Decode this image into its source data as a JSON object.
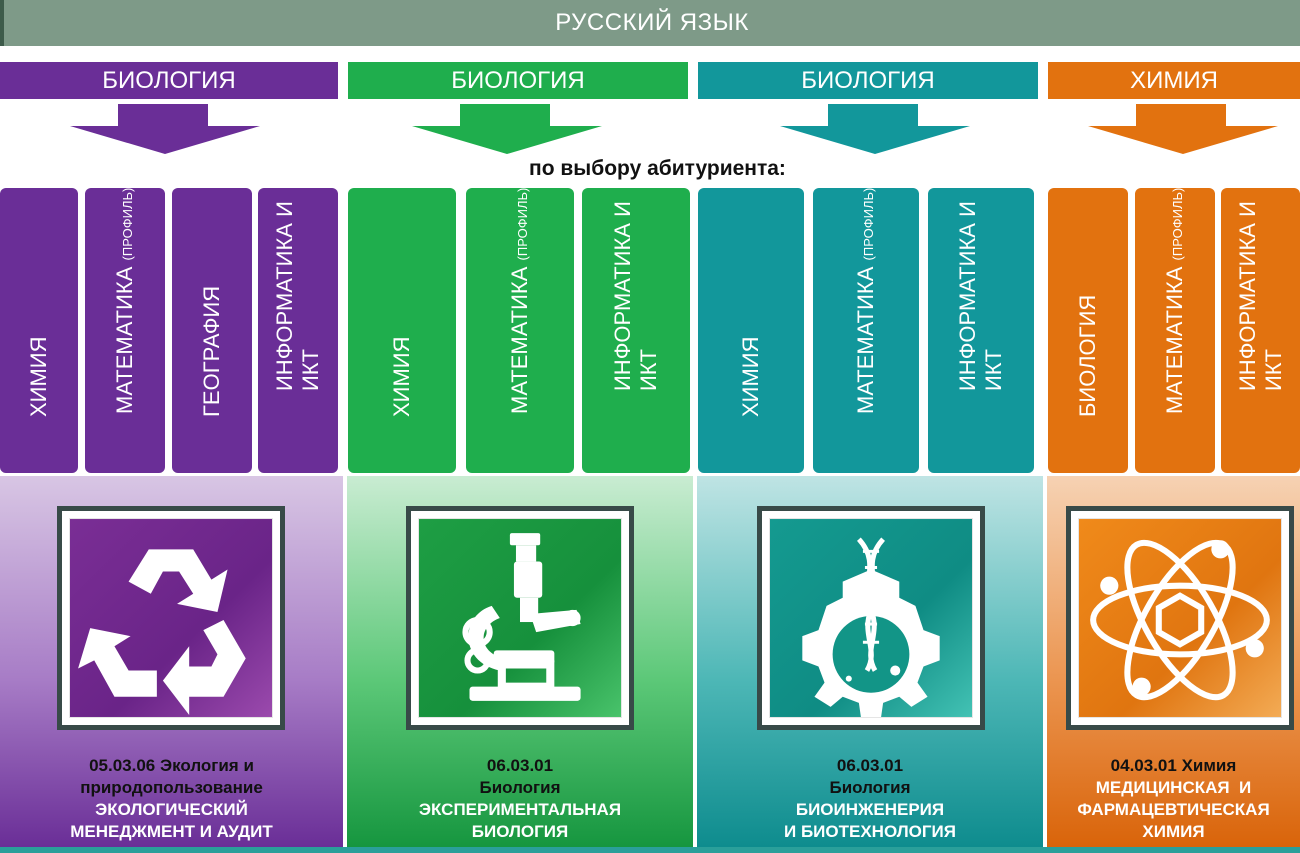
{
  "header": {
    "title": "РУССКИЙ ЯЗЫК"
  },
  "selection_note": "по выбору абитуриента:",
  "columns": [
    {
      "heading": "БИОЛОГИЯ",
      "color": "#6a2e97",
      "subjects": [
        {
          "text": "ХИМИЯ"
        },
        {
          "text": "МАТЕМАТИКА",
          "note": "(ПРОФИЛЬ)"
        },
        {
          "text": "ГЕОГРАФИЯ"
        },
        {
          "lines": [
            "ИНФОРМАТИКА И",
            "ИКТ"
          ]
        }
      ],
      "icon": "recycle-icon",
      "program_code": "05.03.06 Экология и",
      "program_name": "природопользование",
      "profile_lines": [
        "ЭКОЛОГИЧЕСКИЙ",
        "МЕНЕДЖМЕНТ И АУДИТ"
      ]
    },
    {
      "heading": "БИОЛОГИЯ",
      "color": "#1ea84a",
      "subjects": [
        {
          "text": "ХИМИЯ"
        },
        {
          "text": "МАТЕМАТИКА",
          "note": "(ПРОФИЛЬ)"
        },
        {
          "lines": [
            "ИНФОРМАТИКА И",
            "ИКТ"
          ]
        }
      ],
      "icon": "microscope-icon",
      "program_code": "06.03.01",
      "program_name": "Биология",
      "profile_lines": [
        "ЭКСПЕРИМЕНТАЛЬНАЯ",
        "БИОЛОГИЯ"
      ]
    },
    {
      "heading": "БИОЛОГИЯ",
      "color": "#10979a",
      "subjects": [
        {
          "text": "ХИМИЯ"
        },
        {
          "text": "МАТЕМАТИКА",
          "note": "(ПРОФИЛЬ)"
        },
        {
          "lines": [
            "ИНФОРМАТИКА И",
            "ИКТ"
          ]
        }
      ],
      "icon": "dna-flask-gear-icon",
      "program_code": "06.03.01",
      "program_name": "Биология",
      "profile_lines": [
        "БИОИНЖЕНЕРИЯ",
        "И БИОТЕХНОЛОГИЯ"
      ]
    },
    {
      "heading": "ХИМИЯ",
      "color": "#e2720f",
      "subjects": [
        {
          "text": "БИОЛОГИЯ"
        },
        {
          "text": "МАТЕМАТИКА",
          "note": "(ПРОФИЛЬ)"
        },
        {
          "lines": [
            "ИНФОРМАТИКА И",
            "ИКТ"
          ]
        }
      ],
      "icon": "atom-icon",
      "program_code": "04.03.01 Химия",
      "program_name": "",
      "profile_lines": [
        "МЕДИЦИНСКАЯ  И",
        "ФАРМАЦЕВТИЧЕСКАЯ",
        "ХИМИЯ"
      ]
    }
  ]
}
